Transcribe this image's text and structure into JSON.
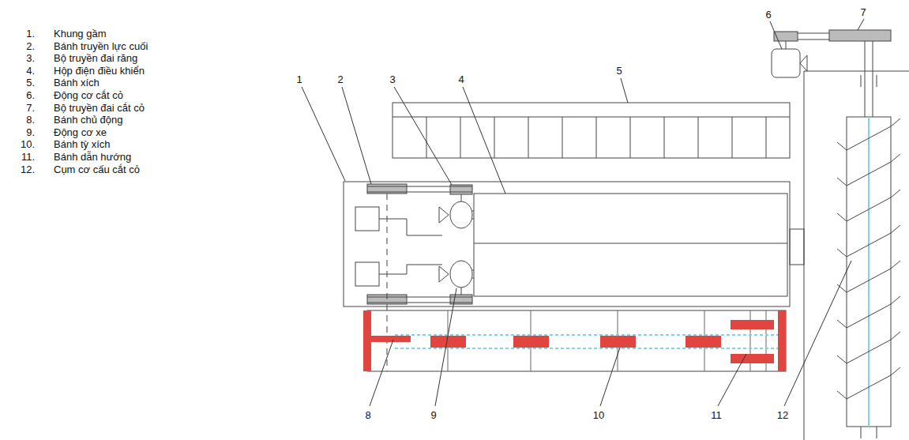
{
  "diagram": {
    "labels": [
      "1.",
      "Khung gầm",
      "2.",
      "Bánh truyền lực cuối",
      "3.",
      "Bộ truyền đai răng",
      "4.",
      "Hộp điện điều khiển",
      "5.",
      "Bánh xích",
      "6.",
      "Động cơ cắt cỏ",
      "7.",
      "Bộ truyền đai cắt cỏ",
      "8.",
      "Bánh chủ động",
      "9.",
      "Động cơ xe",
      "10.",
      "Bánh tỳ xích",
      "11.",
      "Bánh dẫn hướng",
      "12.",
      "Cụm cơ cấu cắt cỏ",
      "1",
      "2",
      "3",
      "4",
      "5",
      "6",
      "7",
      "8",
      "9",
      "10",
      "11",
      "12"
    ]
  }
}
